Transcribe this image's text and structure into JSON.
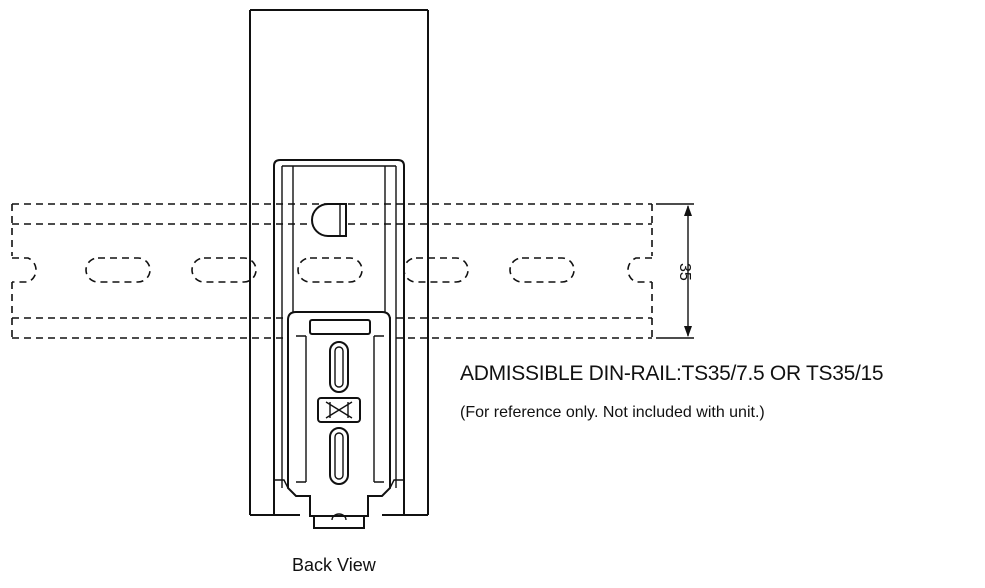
{
  "dimension": {
    "value": "35"
  },
  "rail": {
    "title": "ADMISSIBLE DIN-RAIL:TS35/7.5 OR TS35/15",
    "note": "(For reference only. Not included with unit.)"
  },
  "view": {
    "label": "Back View"
  }
}
